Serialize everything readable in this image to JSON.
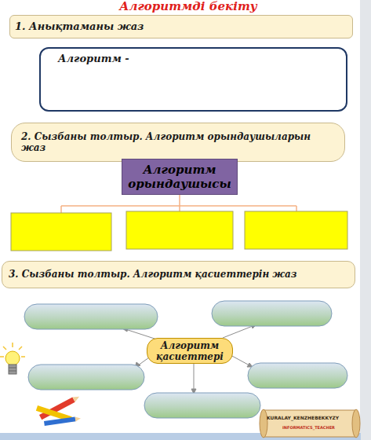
{
  "diagram": {
    "title": "Алгоритмді бекіту",
    "nodes": [
      {
        "text": [
          "1. Анықтаманы жаз"
        ]
      },
      {
        "text": [
          "Алгоритм -"
        ]
      },
      {
        "text": [
          "2. Сызбаны толтыр. Алгоритм орындаушыларын жаз"
        ]
      },
      {
        "text": [
          "Алгоритм орындаушысы"
        ]
      },
      {
        "text": [
          "3. Сызбаны толтыр. Алгоритм қасиеттерін жаз"
        ]
      },
      {
        "text": [
          "Алгоритм қасиеттері"
        ]
      }
    ],
    "labels": [
      "KURALAY_KENZHEBEKKYZY",
      "INFORMATICS_TEACHER"
    ]
  }
}
